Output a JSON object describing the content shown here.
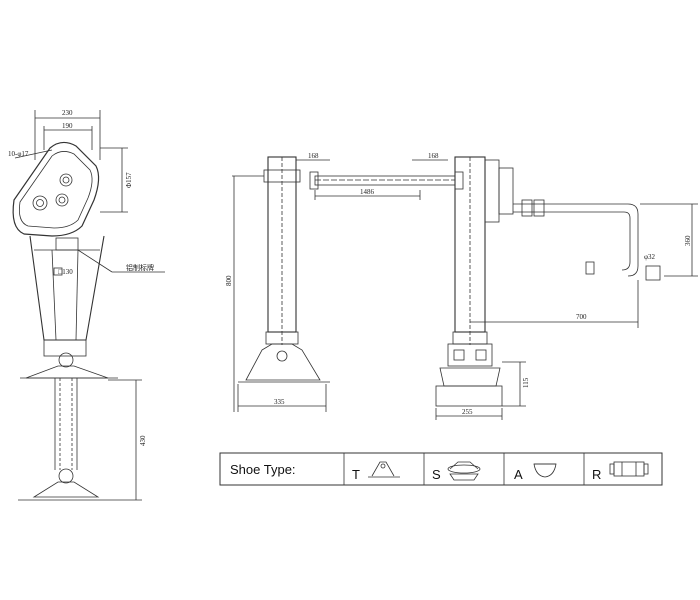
{
  "dimensions": {
    "side_width_outer": "230",
    "side_width_inner": "190",
    "side_small_dia": "10-φ17",
    "side_height_top": "Φ157",
    "side_box": "□130",
    "side_nameplate": "铝制标牌",
    "side_lower_height": "430",
    "front_leg_height": "800",
    "front_top_left": "168",
    "front_top_right": "168",
    "front_shaft_length": "1486",
    "front_foot_width": "335",
    "front_crank_height": "360",
    "front_crank_dia": "φ32",
    "front_crank_reach": "700",
    "front_shoe_height": "115",
    "front_shoe_width": "255"
  },
  "shoe_table": {
    "title": "Shoe Type:",
    "types": [
      {
        "label": "T",
        "icon": "flat-foot-shoe-icon"
      },
      {
        "label": "S",
        "icon": "sand-shoe-icon"
      },
      {
        "label": "A",
        "icon": "ball-shoe-icon"
      },
      {
        "label": "R",
        "icon": "roller-shoe-icon"
      }
    ]
  }
}
